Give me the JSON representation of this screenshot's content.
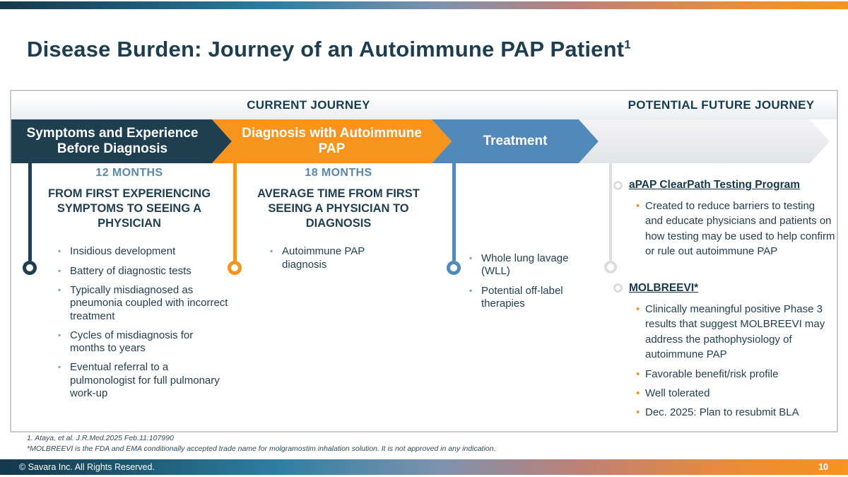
{
  "slide": {
    "title": "Disease Burden: Journey of an Autoimmune PAP Patient",
    "title_superscript": "1"
  },
  "journey": {
    "current_label": "CURRENT JOURNEY",
    "future_label": "POTENTIAL FUTURE JOURNEY",
    "stages": [
      {
        "label": "Symptoms and Experience Before Diagnosis",
        "color": "#1f3e50"
      },
      {
        "label": "Diagnosis with Autoimmune PAP",
        "color": "#f7941d"
      },
      {
        "label": "Treatment",
        "color": "#5289b8"
      },
      {
        "label": "",
        "color": "#ececee"
      }
    ]
  },
  "columns": [
    {
      "duration": "12 MONTHS",
      "heading": "FROM FIRST EXPERIENCING SYMPTOMS TO SEEING A PHYSICIAN",
      "bullets": [
        "Insidious development",
        "Battery of diagnostic tests",
        "Typically misdiagnosed as pneumonia coupled with incorrect treatment",
        "Cycles of misdiagnosis for months to years",
        "Eventual referral to a pulmonologist for full pulmonary work-up"
      ]
    },
    {
      "duration": "18 MONTHS",
      "heading": "AVERAGE TIME FROM FIRST SEEING A PHYSICIAN TO DIAGNOSIS",
      "bullets": [
        "Autoimmune PAP diagnosis"
      ]
    },
    {
      "bullets": [
        "Whole lung lavage (WLL)",
        "Potential off-label therapies"
      ]
    }
  ],
  "future": {
    "sections": [
      {
        "heading": "aPAP ClearPath Testing Program",
        "bullets": [
          "Created to reduce barriers to testing and educate physicians and patients on how testing may be used to help confirm or rule out autoimmune PAP"
        ]
      },
      {
        "heading": "MOLBREEVI*",
        "bullets": [
          "Clinically meaningful positive Phase 3 results that suggest MOLBREEVI may address the pathophysiology of autoimmune PAP",
          "Favorable benefit/risk profile",
          "Well tolerated",
          "Dec. 2025: Plan to resubmit BLA"
        ]
      }
    ]
  },
  "footnotes": [
    "1. Ataya, et al. J.R.Med.2025 Feb.11:107990",
    "*MOLBREEVI is the FDA and EMA conditionally accepted trade name for molgramostim inhalation solution. It is not approved in any indication."
  ],
  "footer": {
    "copyright": "© Savara Inc. All Rights Reserved.",
    "page_number": "10"
  },
  "colors": {
    "navy": "#1f3e50",
    "orange": "#f7941d",
    "steel_blue": "#5289b8",
    "duration_blue": "#5b87a9",
    "timeline_gray": "#dcdddf"
  }
}
